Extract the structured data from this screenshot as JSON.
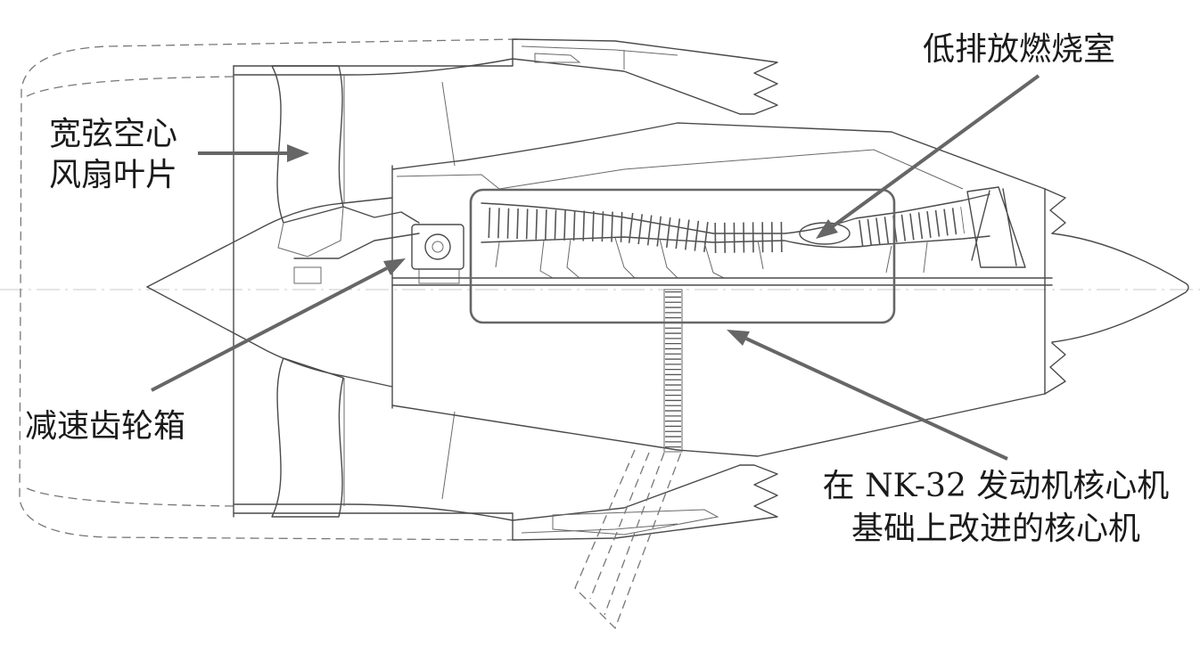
{
  "labels": {
    "fan_blade": [
      "宽弦空心",
      "风扇叶片"
    ],
    "combustor": "低排放燃烧室",
    "gearbox": "减速齿轮箱",
    "core": [
      "在 NK-32 发动机核心机",
      "基础上改进的核心机"
    ]
  },
  "colors": {
    "line": "#4a4a4a",
    "arrow": "#666666",
    "background": "#ffffff"
  }
}
